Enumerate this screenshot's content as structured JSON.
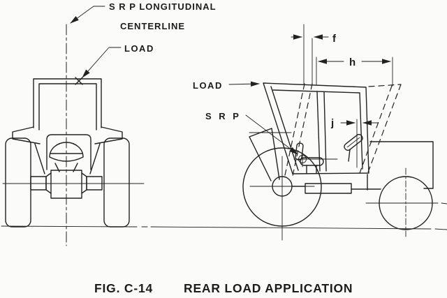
{
  "figure": {
    "kind": "technical line drawing, tractor ROPS rear load test",
    "views": [
      "front view",
      "side view"
    ]
  },
  "labels": {
    "srp_longitudinal_line1": "S R P  LONGITUDINAL",
    "srp_longitudinal_line2": "CENTERLINE",
    "load_front_view": "LOAD",
    "load_side_view": "LOAD",
    "srp_point": "S R P",
    "dim_f": "f",
    "dim_h": "h",
    "dim_j": "j"
  },
  "caption": {
    "figure_number": "FIG. C-14",
    "title": "REAR LOAD APPLICATION"
  },
  "colors": {
    "ink": "#222222",
    "paper": "#fbfbf9"
  }
}
